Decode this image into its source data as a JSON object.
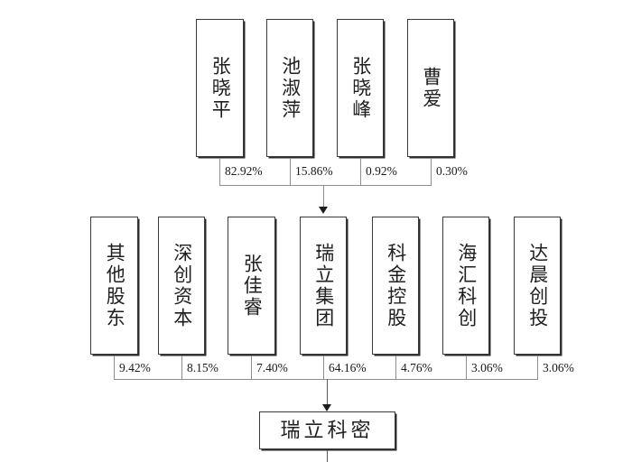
{
  "diagram": {
    "type": "ownership-structure-chart",
    "orientation": "top-down",
    "bottom_entity": "瑞立科密",
    "intermediate_entity": "瑞立集团"
  },
  "tier1": {
    "name": "individual-shareholders-of-ruili-group",
    "nodes": [
      {
        "label": "张晓平",
        "pct": "82.92%"
      },
      {
        "label": "池淑萍",
        "pct": "15.86%"
      },
      {
        "label": "张晓峰",
        "pct": "0.92%"
      },
      {
        "label": "曹爱",
        "pct": "0.30%"
      }
    ]
  },
  "tier2": {
    "name": "shareholders-of-ruili-kemi",
    "nodes": [
      {
        "label": "其他股东",
        "pct": "9.42%"
      },
      {
        "label": "深创资本",
        "pct": "8.15%"
      },
      {
        "label": "张佳睿",
        "pct": "7.40%"
      },
      {
        "label": "瑞立集团",
        "pct": "64.16%"
      },
      {
        "label": "科金控股",
        "pct": "4.76%"
      },
      {
        "label": "海汇科创",
        "pct": "3.06%"
      },
      {
        "label": "达晨创投",
        "pct": "3.06%"
      }
    ]
  },
  "tier3": {
    "name": "issuer",
    "label": "瑞立科密"
  },
  "colors": {
    "box_border": "#3a3a3a",
    "connector": "#8d8d8d",
    "text": "#1a1a1a",
    "background": "#ffffff"
  }
}
